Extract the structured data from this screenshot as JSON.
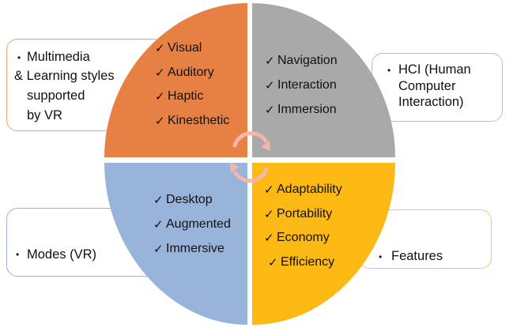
{
  "colors": {
    "visual_quadrant": "#E68143",
    "hci_quadrant": "#A9A9A9",
    "modes_quadrant": "#98B4DB",
    "features_quadrant": "#FDB913",
    "cycle_arrows": "#F2B7A9"
  },
  "quadrants": {
    "top_left": {
      "items": [
        "Visual",
        "Auditory",
        "Haptic",
        "Kinesthetic"
      ]
    },
    "top_right": {
      "items": [
        "Navigation",
        "Interaction",
        "Immersion"
      ]
    },
    "bottom_left": {
      "items": [
        "Desktop",
        "Augmented",
        "Immersive"
      ]
    },
    "bottom_right": {
      "items": [
        "Adaptability",
        "Portability",
        "Economy",
        "Efficiency"
      ]
    }
  },
  "callouts": {
    "top_left": {
      "line1": "Multimedia",
      "line2": "& Learning styles",
      "line3": "supported",
      "line4": "by VR"
    },
    "top_right": {
      "line1": "HCI (Human",
      "line2": "Computer",
      "line3": "Interaction)"
    },
    "bottom_left": {
      "line1": "Modes (VR)"
    },
    "bottom_right": {
      "line1": "Features"
    }
  },
  "bullet_symbol": "•",
  "check_symbol": "✓",
  "center_icon": "circular-arrows-icon"
}
